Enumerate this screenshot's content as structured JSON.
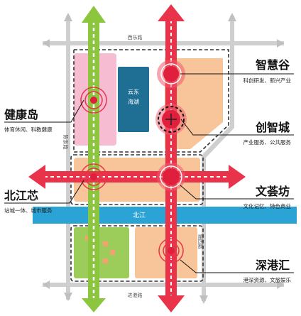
{
  "roads": {
    "north": "西乐路",
    "west": "陈系路",
    "east": "镜西路",
    "south": "进港路"
  },
  "lake": {
    "line1": "云东",
    "line2": "海湖"
  },
  "river": "北江",
  "nodes": [
    {
      "title": "智慧谷",
      "subtitle": "科创研发、新兴产业"
    },
    {
      "title": "创智城",
      "subtitle": "产业服务、公共服务"
    },
    {
      "title": "文荟坊",
      "subtitle": "文化记忆、特色商业"
    },
    {
      "title": "深港汇",
      "subtitle": "港深资源、文旅娱乐"
    },
    {
      "title": "健康岛",
      "subtitle": "体育休闲、科教健康"
    },
    {
      "title": "北江芯",
      "subtitle": "站城一体、城市服务"
    }
  ],
  "colors": {
    "axis_red": "#e8334a",
    "axis_green": "#8cc63f",
    "river": "#2ba3d4",
    "lake": "#1f6f94",
    "zone_orange": "#f8c49a",
    "zone_pink": "#f5bcd2",
    "zone_green": "#9ccc5a",
    "road": "#c8c8c8"
  }
}
